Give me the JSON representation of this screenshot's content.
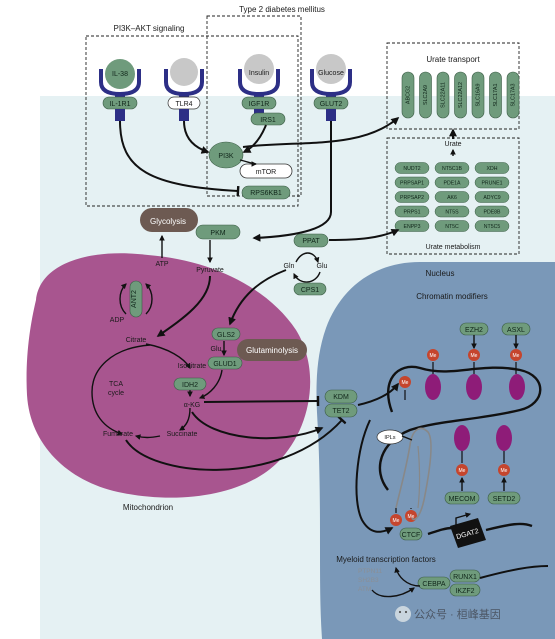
{
  "labels": {
    "pi3k_akt": "PI3K–AKT signaling",
    "t2d": "Type 2 diabetes mellitus",
    "urate_transport": "Urate transport",
    "urate": "Urate",
    "urate_metabolism": "Urate metabolism",
    "nucleus": "Nucleus",
    "chromatin": "Chromatin modifiers",
    "mito": "Mitochondrion",
    "myeloid": "Myeloid transcription factors",
    "tca": "TCA",
    "cycle": "cycle",
    "atp": "ATP",
    "adp": "ADP",
    "pyruvate": "Pyruvate",
    "citrate": "Citrate",
    "isocitrate": "Isocitrate",
    "akg": "α-KG",
    "fumarate": "Fumarate",
    "succinate": "Succinate",
    "glu": "Glu",
    "glu2": "Glu",
    "gln": "Gln",
    "ipls": "IPLs",
    "watermark": "公众号 · 桓峰基因"
  },
  "ligands": {
    "il38": "IL-38",
    "insulin": "Insulin",
    "glucose": "Glucose"
  },
  "proteins": {
    "il1r1": "IL-1R1",
    "tlr4": "TLR4",
    "igf1r": "IGF1R",
    "irs1": "IRS1",
    "glut2": "GLUT2",
    "pi3k": "PI3K",
    "mtor": "mTOR",
    "rps6kb1": "RPS6KB1",
    "glycolysis": "Glycolysis",
    "pkm": "PKM",
    "ppat": "PPAT",
    "cps1": "CPS1",
    "ant2": "ANT2",
    "gls2": "GLS2",
    "glud1": "GLUD1",
    "idh2": "IDH2",
    "glutaminolysis": "Glutaminolysis",
    "kdm": "KDM",
    "tet2": "TET2",
    "ezh2": "EZH2",
    "asxl": "ASXL",
    "mecom": "MECOM",
    "setd2": "SETD2",
    "ctcf": "CTCF",
    "dgat2": "DGAT2",
    "me": "Me",
    "cebpa": "CEBPA",
    "runx1": "RUNX1",
    "ikzf2": "IKZF2"
  },
  "greyed": [
    "PTPN11",
    "SH2B3",
    "ATM"
  ],
  "transporters": [
    "ABCG2",
    "SLC2A9",
    "SLC22A11",
    "SLC22A12",
    "SLC16A9",
    "SLC17A1",
    "SLC17A3"
  ],
  "urate_enzymes": [
    [
      "NUDT2",
      "NT5C1B",
      "XDH"
    ],
    [
      "PRPSAP1",
      "PDE1A",
      "PRUNE1"
    ],
    [
      "PRPSAP2",
      "AK6",
      "ADYC9"
    ],
    [
      "PRPS1",
      "NT5S",
      "PDE8B"
    ],
    [
      "ENPP3",
      "NT5C",
      "NT5C5"
    ]
  ],
  "colors": {
    "pill": "#6f9b7c",
    "mito": "#a8558f",
    "nucleus": "#7a98b8",
    "cytoplasm": "#e5f1f3",
    "dark_box": "#6d5a52",
    "nucleosome": "#8e1c78",
    "methyl": "#c5452d"
  }
}
